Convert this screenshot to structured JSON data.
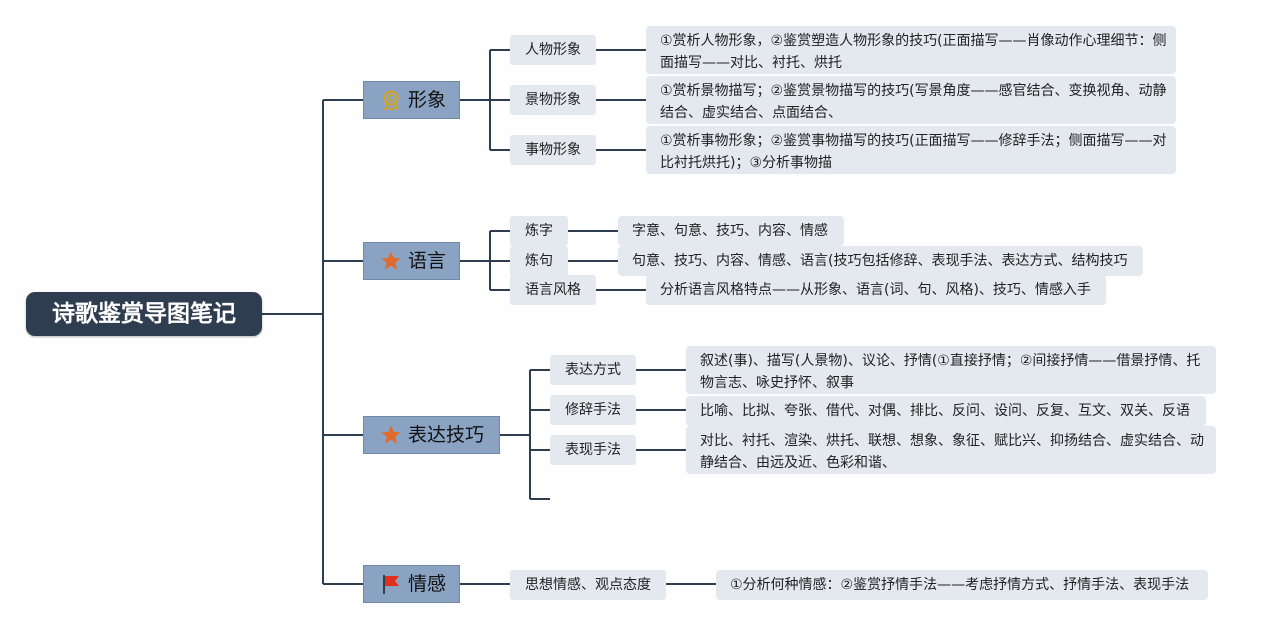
{
  "root": {
    "title": "诗歌鉴赏导图笔记"
  },
  "branches": [
    {
      "label": "形象",
      "icon": "award-medal-icon",
      "children": [
        {
          "label": "人物形象",
          "detail": "①赏析人物形象，②鉴赏塑造人物形象的技巧(正面描写——肖像动作心理细节：侧面描写——对比、衬托、烘托"
        },
        {
          "label": "景物形象",
          "detail": "①赏析景物描写；②鉴赏景物描写的技巧(写景角度——感官结合、变换视角、动静结合、虚实结合、点面结合、"
        },
        {
          "label": "事物形象",
          "detail": "①赏析事物形象；②鉴赏事物描写的技巧(正面描写——修辞手法；侧面描写——对比衬托烘托)；③分析事物描"
        }
      ]
    },
    {
      "label": "语言",
      "icon": "star-icon",
      "children": [
        {
          "label": "炼字",
          "detail": "字意、句意、技巧、内容、情感"
        },
        {
          "label": "炼句",
          "detail": "句意、技巧、内容、情感、语言(技巧包括修辞、表现手法、表达方式、结构技巧"
        },
        {
          "label": "语言风格",
          "detail": "分析语言风格特点——从形象、语言(词、句、风格)、技巧、情感入手"
        }
      ]
    },
    {
      "label": "表达技巧",
      "icon": "star-icon",
      "children": [
        {
          "label": "表达方式",
          "detail": "叙述(事)、描写(人景物)、议论、抒情(①直接抒情；②间接抒情——借景抒情、托物言志、咏史抒怀、叙事"
        },
        {
          "label": "修辞手法",
          "detail": "比喻、比拟、夸张、借代、对偶、排比、反问、设问、反复、互文、双关、反语"
        },
        {
          "label": "表现手法",
          "detail": "对比、衬托、渲染、烘托、联想、想象、象征、赋比兴、抑扬结合、虚实结合、动静结合、由远及近、色彩和谐、"
        }
      ]
    },
    {
      "label": "情感",
      "icon": "flag-icon",
      "children": [
        {
          "label": "思想情感、观点态度",
          "detail": "①分析何种情感：②鉴赏抒情手法——考虑抒情方式、抒情手法、表现手法"
        }
      ]
    }
  ],
  "colors": {
    "line": "#2f3d50",
    "root_bg": "#2f3d50",
    "branch_bg": "#8aa3c3",
    "node_bg": "#e4e8ef",
    "star": "#e06a2c",
    "flag": "#e0301e",
    "medal": "#d9a420"
  }
}
